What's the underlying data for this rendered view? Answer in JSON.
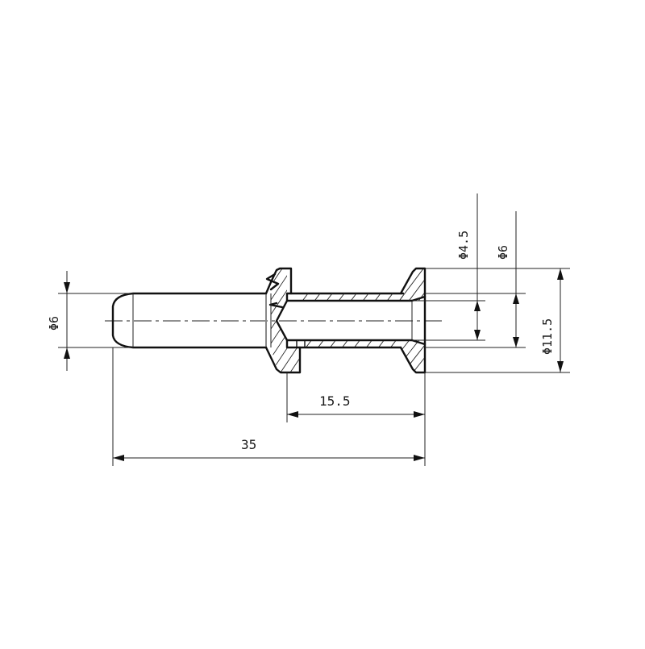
{
  "drawing": {
    "type": "mechanical-section-view",
    "part": "stepped pin with flanged bushing",
    "line_color": "#111111",
    "background": "#ffffff"
  },
  "dimensions": {
    "left_shaft_diameter": {
      "label": "Φ6",
      "value": 6
    },
    "bore_diameter": {
      "label": "Φ4.5",
      "value": 4.5
    },
    "tube_outer_diameter": {
      "label": "Φ6",
      "value": 6
    },
    "flange_diameter": {
      "label": "Φ11.5",
      "value": 11.5
    },
    "bushing_length": {
      "label": "15.5",
      "value": 15.5
    },
    "overall_length": {
      "label": "35",
      "value": 35
    }
  }
}
